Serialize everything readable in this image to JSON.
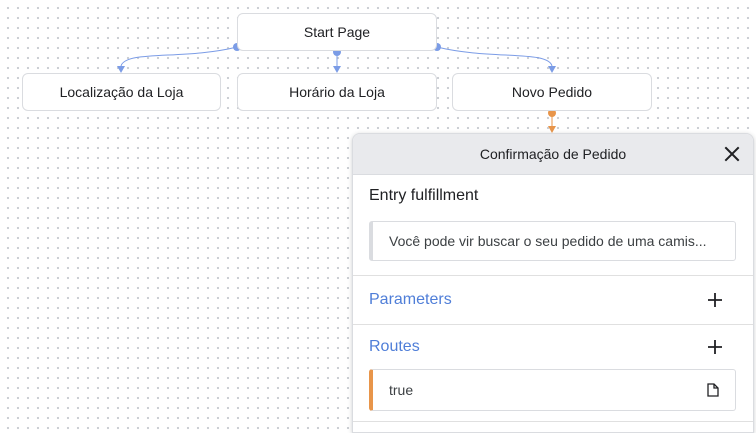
{
  "flow": {
    "nodes": {
      "start": "Start Page",
      "localizacao": "Localização da Loja",
      "horario": "Horário da Loja",
      "novo_pedido": "Novo Pedido"
    }
  },
  "panel": {
    "title": "Confirmação de Pedido",
    "entry_fulfillment": {
      "label": "Entry fulfillment",
      "text": "Você pode vir buscar o seu pedido de uma camis..."
    },
    "parameters": {
      "label": "Parameters"
    },
    "routes": {
      "label": "Routes",
      "items": [
        {
          "condition": "true"
        }
      ]
    }
  },
  "colors": {
    "link": "#7b9ce6",
    "active_link": "#e8954a",
    "accent_text": "#4f7ed8"
  },
  "icons": {
    "close": "close-icon",
    "add": "plus-icon",
    "route": "document-icon"
  }
}
